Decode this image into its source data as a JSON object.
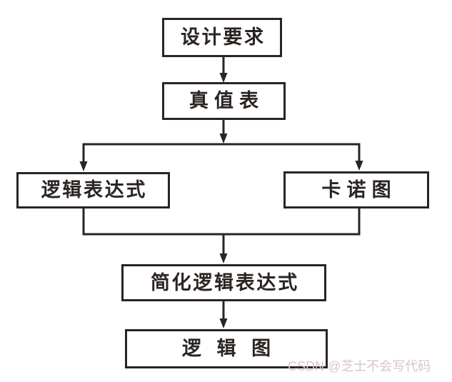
{
  "page": {
    "background_color": "#ffffff",
    "line_color": "#2a2422",
    "text_color": "#2a2422"
  },
  "flowchart": {
    "type": "flowchart",
    "description": "combinational-logic-design-process",
    "nodes": [
      {
        "id": "design-requirements",
        "label": "设计要求"
      },
      {
        "id": "truth-table",
        "label": "真值表"
      },
      {
        "id": "logic-expression",
        "label": "逻辑表达式"
      },
      {
        "id": "karnaugh-map",
        "label": "卡诺图"
      },
      {
        "id": "simplified-logic-expression",
        "label": "简化逻辑表达式"
      },
      {
        "id": "logic-diagram",
        "label": "逻辑图"
      }
    ],
    "edges": [
      {
        "from": "design-requirements",
        "to": "truth-table"
      },
      {
        "from": "truth-table",
        "to": "logic-expression"
      },
      {
        "from": "truth-table",
        "to": "karnaugh-map"
      },
      {
        "from": "logic-expression",
        "to": "simplified-logic-expression"
      },
      {
        "from": "karnaugh-map",
        "to": "simplified-logic-expression"
      },
      {
        "from": "simplified-logic-expression",
        "to": "logic-diagram"
      }
    ]
  },
  "watermark": {
    "text": "CSDN @芝士不会写代码",
    "color": "#d5c6c6"
  }
}
